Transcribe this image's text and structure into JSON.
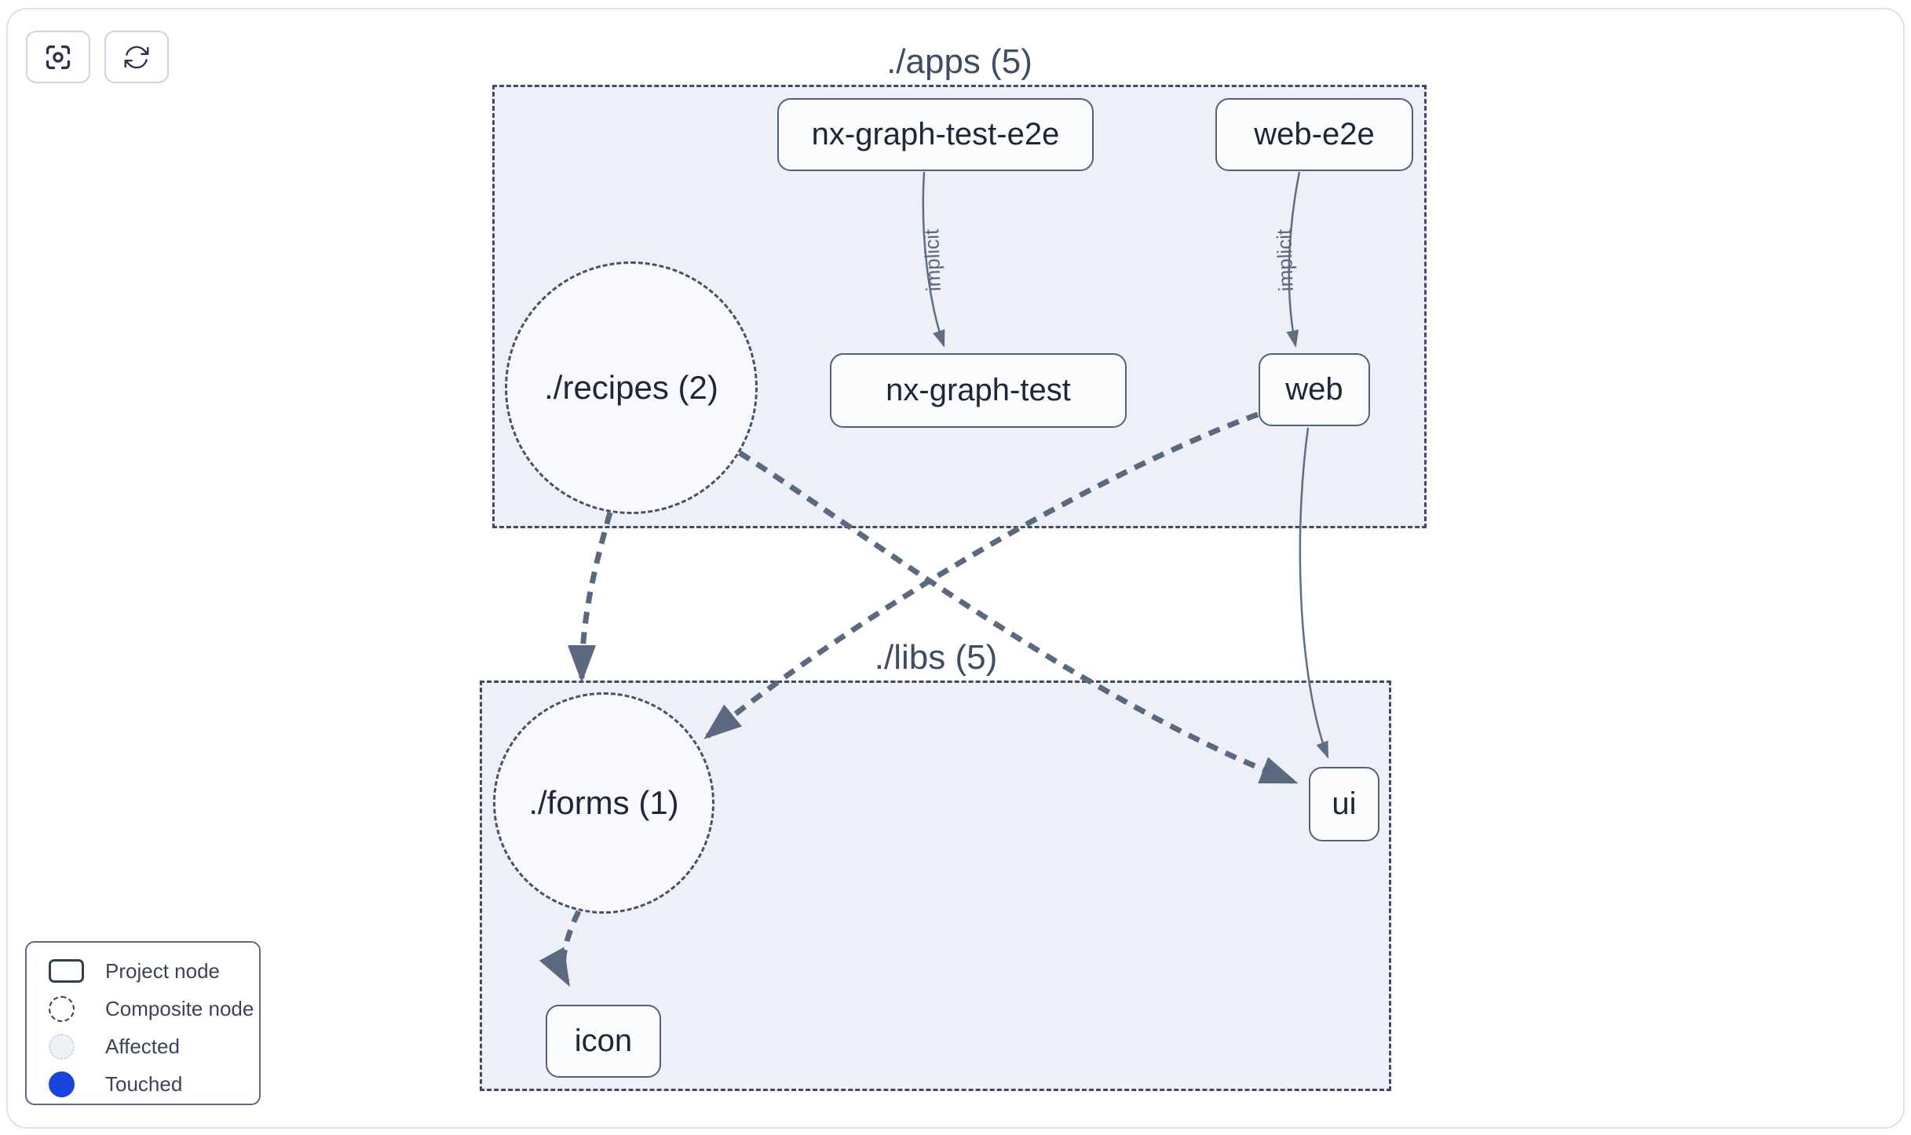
{
  "toolbar": {
    "icons": [
      {
        "name": "focus-icon"
      },
      {
        "name": "refresh-icon"
      }
    ]
  },
  "graph": {
    "groups": [
      {
        "label": "./apps (5)"
      },
      {
        "label": "./libs (5)"
      }
    ],
    "composite_nodes": [
      {
        "label": "./recipes (2)"
      },
      {
        "label": "./forms (1)"
      }
    ],
    "project_nodes": [
      {
        "label": "nx-graph-test-e2e"
      },
      {
        "label": "web-e2e"
      },
      {
        "label": "nx-graph-test"
      },
      {
        "label": "web"
      },
      {
        "label": "ui"
      },
      {
        "label": "icon"
      }
    ],
    "edges": [
      {
        "from": "nx-graph-test-e2e",
        "to": "nx-graph-test",
        "label": "implicit",
        "style": "solid"
      },
      {
        "from": "web-e2e",
        "to": "web",
        "label": "implicit",
        "style": "solid"
      },
      {
        "from": "./recipes (2)",
        "to": "./forms (1)",
        "style": "dashed"
      },
      {
        "from": "./recipes (2)",
        "to": "ui",
        "style": "dashed"
      },
      {
        "from": "web",
        "to": "./forms (1)",
        "style": "dashed"
      },
      {
        "from": "web",
        "to": "ui",
        "style": "solid"
      },
      {
        "from": "./forms (1)",
        "to": "icon",
        "style": "dashed"
      }
    ]
  },
  "legend": {
    "items": [
      {
        "label": "Project node",
        "swatch": "project-rect-outline"
      },
      {
        "label": "Composite node",
        "swatch": "dashed-circle-outline"
      },
      {
        "label": "Affected",
        "swatch": "light-dotted-circle"
      },
      {
        "label": "Touched",
        "swatch": "solid-blue-circle"
      }
    ]
  },
  "colors": {
    "touched_blue": "#1545dc",
    "group_fill": "#edf1f7",
    "edge_slate": "#5a6980",
    "node_border": "#51607a",
    "group_border": "#3d4b63",
    "text_dark": "#1f2638",
    "card_border": "#dbe1f0"
  }
}
